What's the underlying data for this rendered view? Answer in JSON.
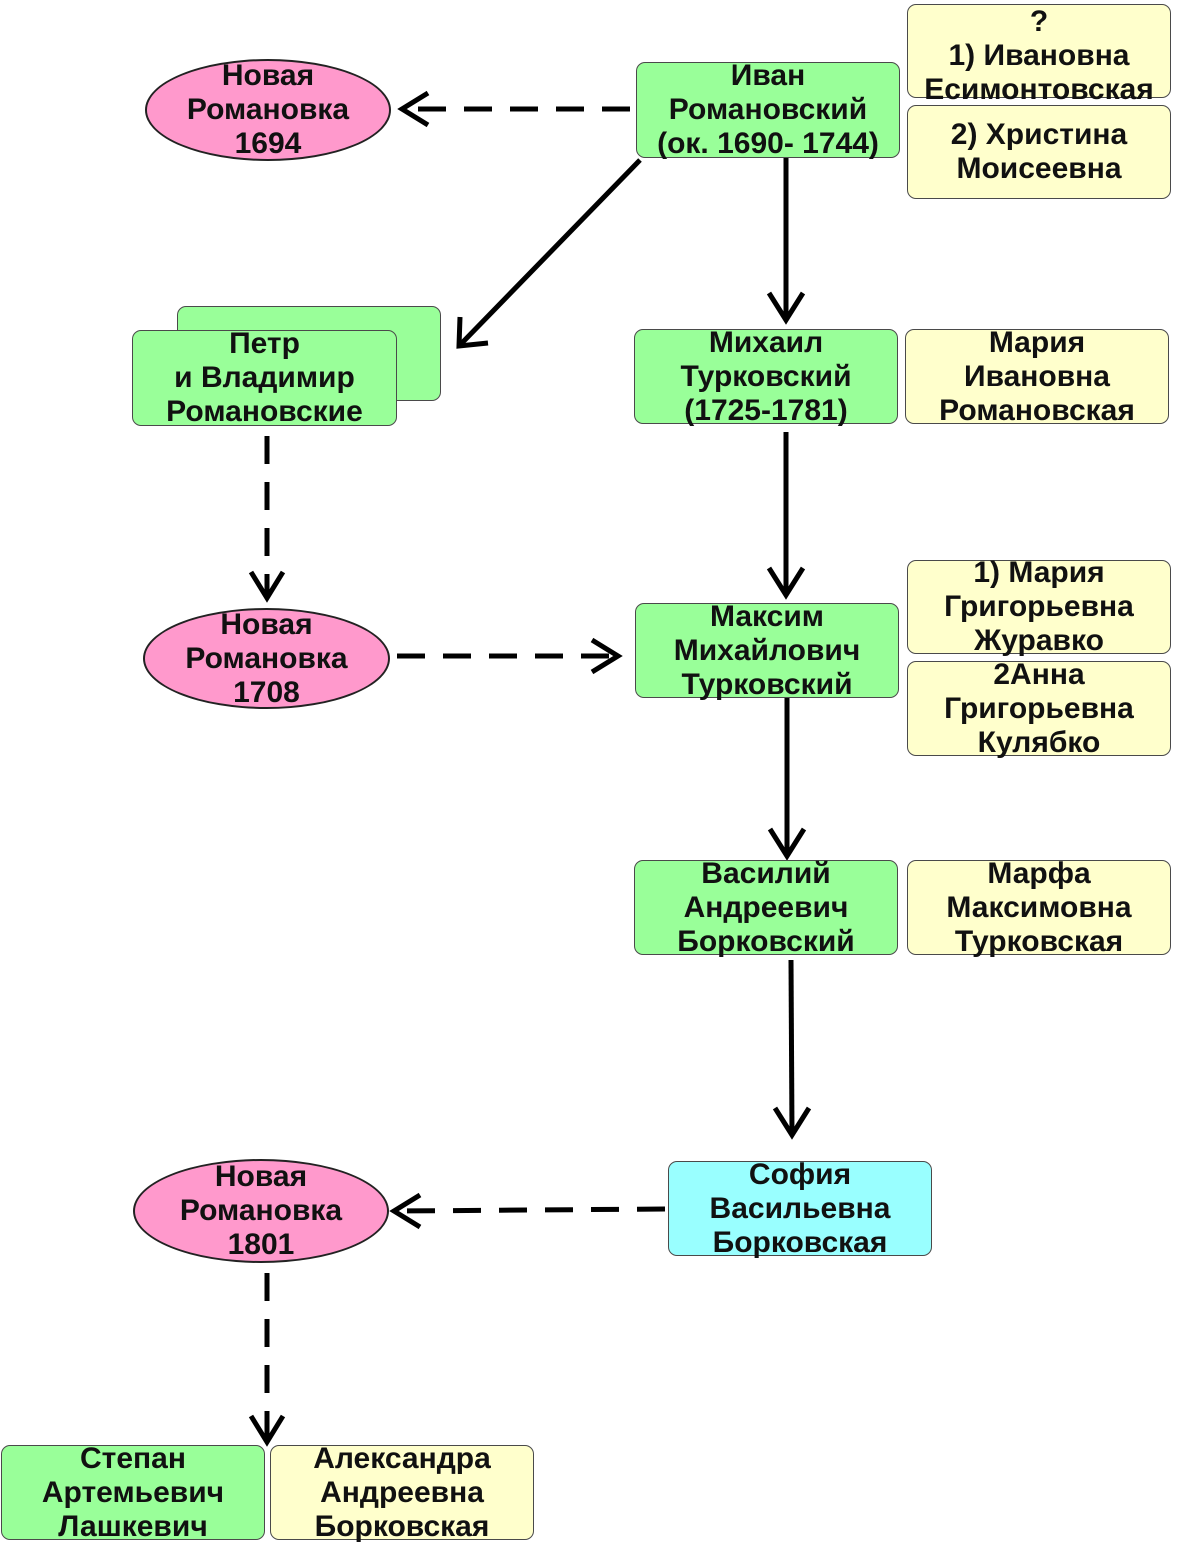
{
  "colors": {
    "person": "#99ff99",
    "spouse": "#ffffcc",
    "highlight": "#99ffff",
    "place": "#ff99cc",
    "arrow": "#000000"
  },
  "nodes": {
    "ivan": [
      "Иван",
      "Романовский",
      "(ок. 1690- 1744)"
    ],
    "ivan_wife1": [
      "?",
      "1) Ивановна",
      "Есимонтовская"
    ],
    "ivan_wife2": [
      "2) Христина",
      "Моисеевна"
    ],
    "place_1694": [
      "Новая",
      "Романовка",
      "1694"
    ],
    "petr_vladimir": [
      "Петр",
      "и Владимир",
      "Романовские"
    ],
    "mikhail": [
      "Михаил",
      "Турковский",
      "(1725-1781)"
    ],
    "mikhail_wife": [
      "Мария",
      "Ивановна",
      "Романовская"
    ],
    "place_1708": [
      "Новая",
      "Романовка",
      "1708"
    ],
    "maksim": [
      "Максим",
      "Михайлович",
      "Турковский"
    ],
    "maksim_wife1": [
      "1) Мария",
      "Григорьевна",
      "Журавко"
    ],
    "maksim_wife2": [
      "2Анна",
      "Григорьевна",
      "Кулябко"
    ],
    "vasiliy": [
      "Василий",
      "Андреевич",
      "Борковский"
    ],
    "vasiliy_wife": [
      "Марфа",
      "Максимовна",
      "Турковская"
    ],
    "sofia": [
      "София",
      "Васильевна",
      "Борковская"
    ],
    "place_1801": [
      "Новая",
      "Романовка",
      "1801"
    ],
    "stepan": [
      "Степан",
      "Артемьевич",
      "Лашкевич"
    ],
    "aleksandra": [
      "Александра",
      "Андреевна",
      "Борковская"
    ]
  }
}
